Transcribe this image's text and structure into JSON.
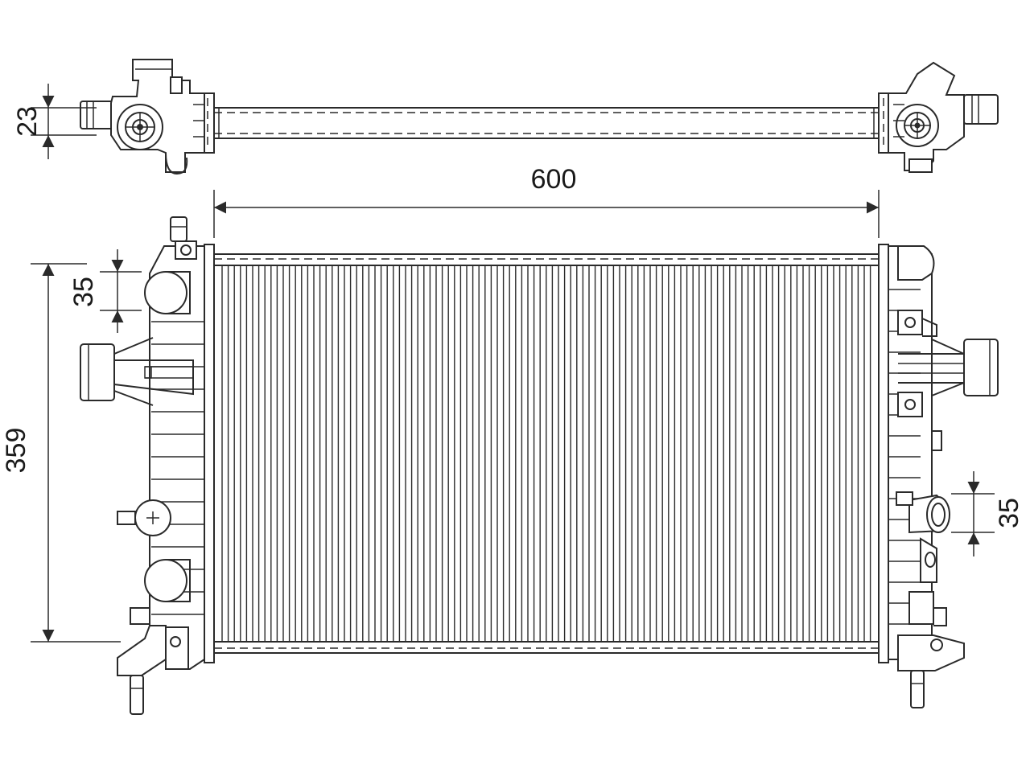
{
  "dimensions": {
    "top_pipe_diameter": "23",
    "core_width": "600",
    "core_height": "359",
    "upper_left_port": "35",
    "lower_right_port": "35"
  },
  "colors": {
    "line": "#2a2a2a",
    "background": "#ffffff"
  }
}
